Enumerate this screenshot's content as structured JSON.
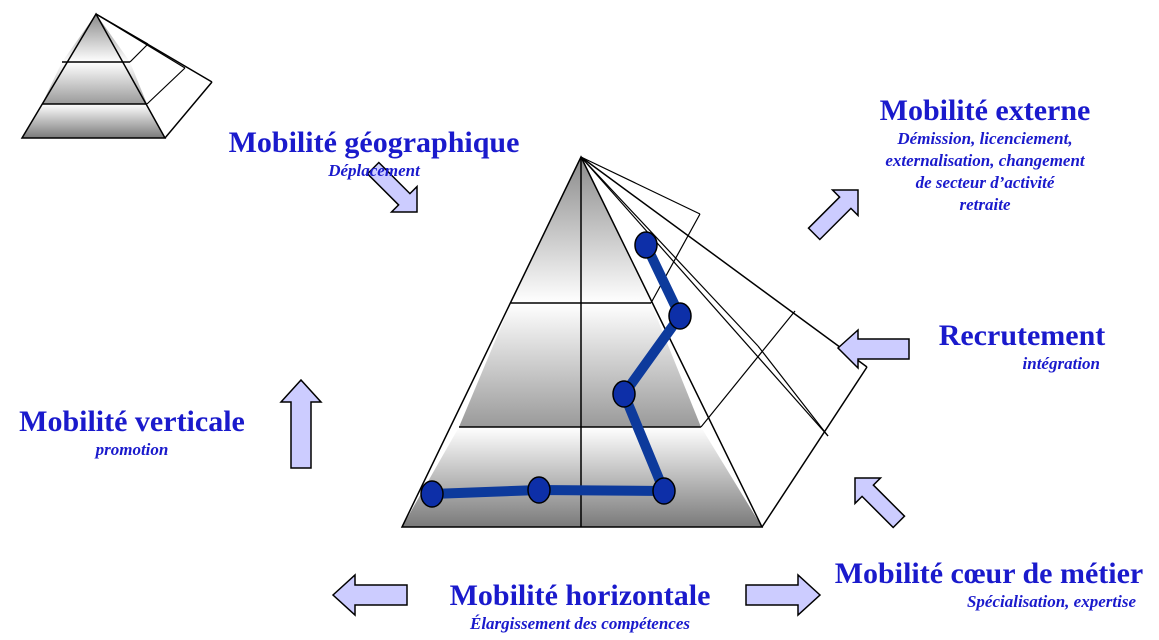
{
  "colors": {
    "text": "#1a1acc",
    "arrow_fill": "#ccccff",
    "path_line": "#0d3a9c",
    "node_fill": "#0d2fa8"
  },
  "labels": {
    "geographique": {
      "title": "Mobilité géographique",
      "sub": "Déplacement"
    },
    "externe": {
      "title": "Mobilité externe",
      "sub_lines": [
        "Démission, licenciement,",
        "externalisation, changement",
        "de secteur d’activité",
        "retraite"
      ]
    },
    "recrutement": {
      "title": "Recrutement",
      "sub": "intégration"
    },
    "verticale": {
      "title": "Mobilité verticale",
      "sub": "promotion"
    },
    "horizontale": {
      "title": "Mobilité horizontale",
      "sub": "Élargissement des compétences"
    },
    "coeur": {
      "title": "Mobilité cœur de métier",
      "sub": "Spécialisation, expertise"
    }
  }
}
